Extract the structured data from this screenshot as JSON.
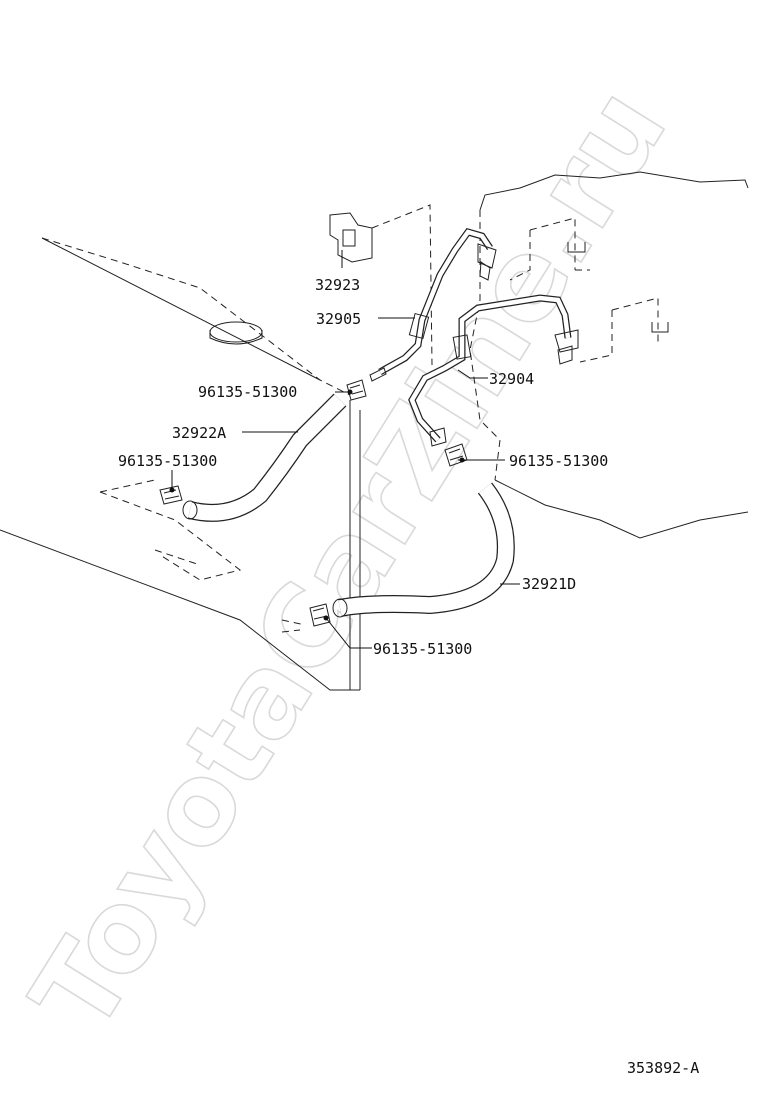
{
  "watermark": "ToyotaCarZine.ru",
  "figure_ref": "353892-A",
  "parts": {
    "p32923": "32923",
    "p32905": "32905",
    "p32904": "32904",
    "p32922A": "32922A",
    "p32921D": "32921D",
    "clamp_a": "96135-51300",
    "clamp_b": "96135-51300",
    "clamp_c": "96135-51300",
    "clamp_d": "96135-51300"
  }
}
